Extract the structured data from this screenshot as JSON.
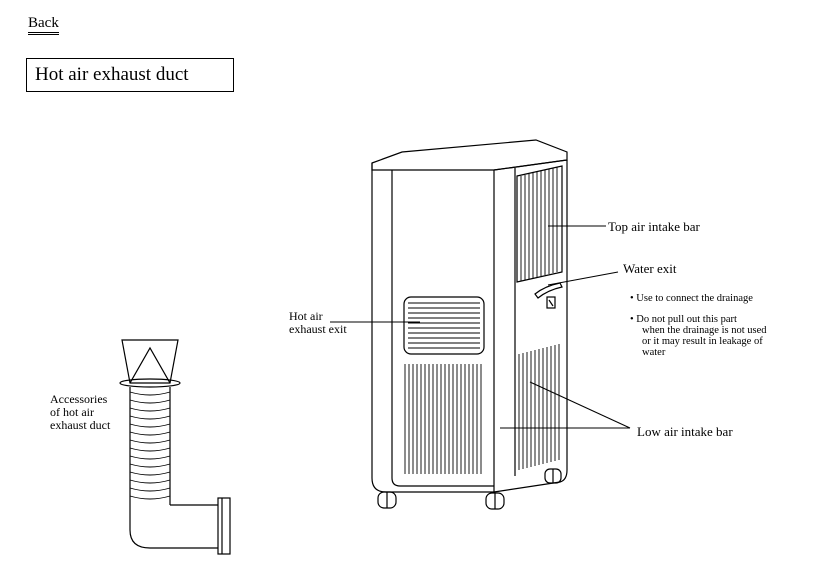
{
  "nav": {
    "back_label": "Back"
  },
  "header": {
    "title": "Hot air exhaust duct"
  },
  "labels": {
    "top_air_intake_bar": "Top air intake bar",
    "water_exit": "Water exit",
    "hot_air_exhaust_exit": [
      "Hot air",
      "exhaust exit"
    ],
    "accessories": [
      "Accessories",
      "of hot air",
      "exhaust duct"
    ],
    "low_air_intake_bar": "Low air intake bar"
  },
  "notes": {
    "drainage_connect": "• Use to connect the drainage",
    "do_not_pull": [
      "• Do not pull out this part",
      "when the drainage is not used",
      "or it may result in leakage of",
      "water"
    ]
  }
}
